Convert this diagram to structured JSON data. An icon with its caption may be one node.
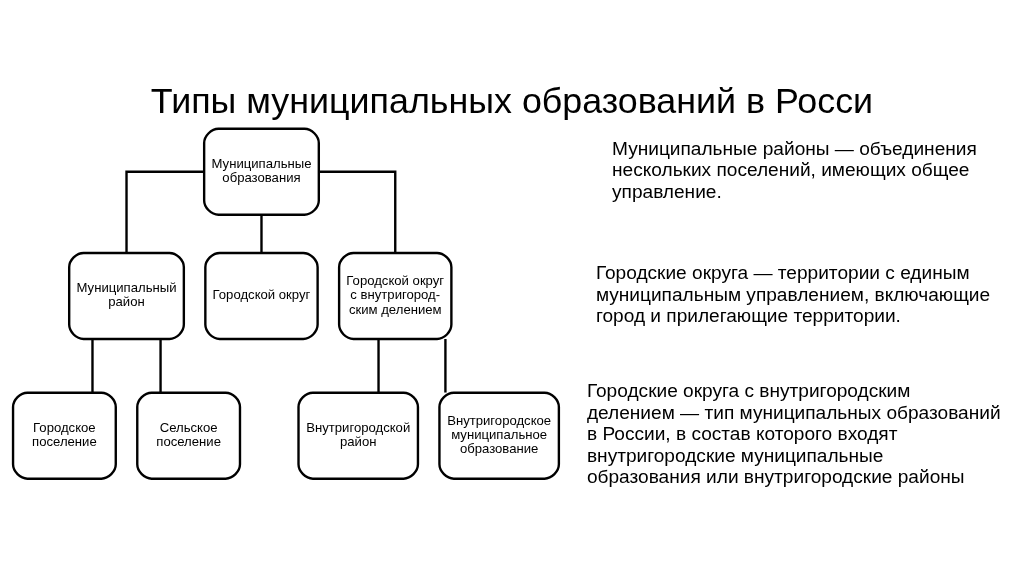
{
  "diagram": {
    "title": "Типы муниципальных образований в Росси",
    "nodes": [
      {
        "text": [
          "Муниципальные образования"
        ]
      },
      {
        "text": [
          "Муниципальный район"
        ]
      },
      {
        "text": [
          "Городской округ"
        ]
      },
      {
        "text": [
          "Городской округ с внутригород- ским делением"
        ]
      },
      {
        "text": [
          "Городское поселение"
        ]
      },
      {
        "text": [
          "Сельское поселение"
        ]
      },
      {
        "text": [
          "Внутригородской район"
        ]
      },
      {
        "text": [
          "Внутригородское муниципальное образование"
        ]
      }
    ],
    "edges": [
      {
        "from": 0,
        "to": 1,
        "arrow": "none"
      },
      {
        "from": 0,
        "to": 2,
        "arrow": "none"
      },
      {
        "from": 0,
        "to": 3,
        "arrow": "none"
      },
      {
        "from": 1,
        "to": 4,
        "arrow": "none"
      },
      {
        "from": 1,
        "to": 5,
        "arrow": "none"
      },
      {
        "from": 3,
        "to": 6,
        "arrow": "none"
      },
      {
        "from": 3,
        "to": 7,
        "arrow": "none"
      }
    ],
    "labels": [
      "Муниципальные районы — объединения нескольких поселений, имеющих общее управление.",
      "Городские округа — территории с единым муниципальным управлением, включающие город и прилегающие территории.",
      "Городские округа с внутригородским делением — тип муниципальных образований в России, в состав которого входят внутригородские муниципальные образования или внутригородские районы"
    ]
  }
}
